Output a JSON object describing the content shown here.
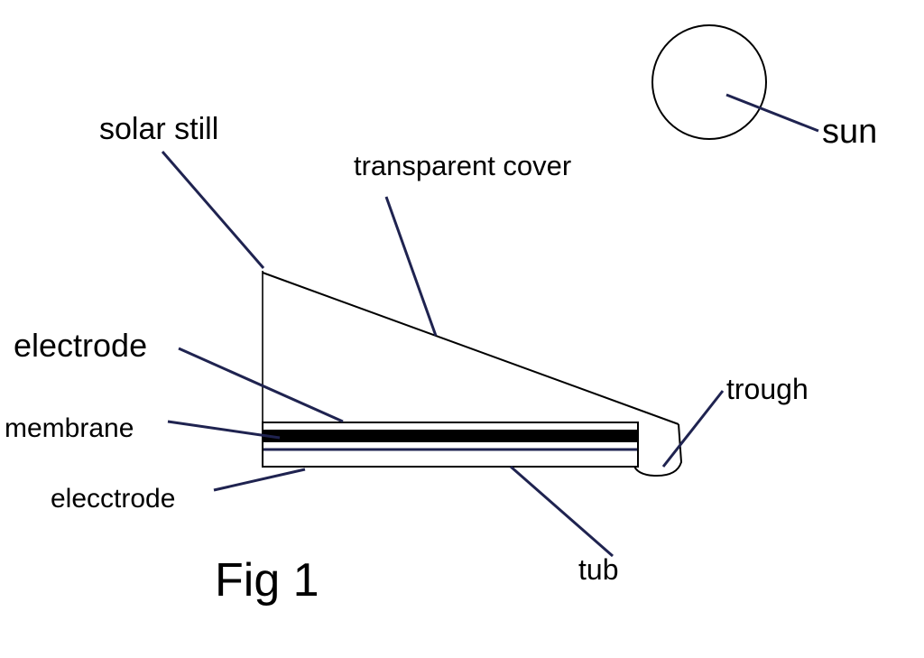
{
  "figure": {
    "caption": "Fig 1",
    "colors": {
      "outline": "#000000",
      "leader": "#1f2350",
      "membrane_fill": "#000000",
      "background": "#ffffff"
    }
  },
  "labels": {
    "sun": "sun",
    "solar_still": "solar still",
    "transparent_cover": "transparent cover",
    "electrode_top": "electrode",
    "membrane": "membrane",
    "electrode_bottom": "elecctrode",
    "trough": "trough",
    "tub": "tub"
  }
}
